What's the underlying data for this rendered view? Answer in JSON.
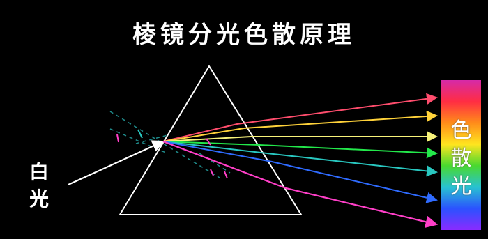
{
  "title": "棱镜分光色散原理",
  "labels": {
    "white_light_top": "白",
    "white_light_bottom": "光",
    "dispersion_1": "色",
    "dispersion_2": "散",
    "dispersion_3": "光"
  },
  "colors": {
    "background": "#000000",
    "prism": "#ffffff",
    "incident_ray": "#ffffff",
    "normal_lines": "#1f8b8b",
    "rays": [
      "#ff4d6d",
      "#ffd23a",
      "#f7f27a",
      "#23e84b",
      "#29c7c0",
      "#2f6bff",
      "#ff3fc8"
    ]
  },
  "spectrum": [
    "#d62aa7",
    "#ff2d43",
    "#ff8c1a",
    "#ffe51f",
    "#49d92f",
    "#28c2d1",
    "#2b52ff",
    "#8a2bff"
  ]
}
